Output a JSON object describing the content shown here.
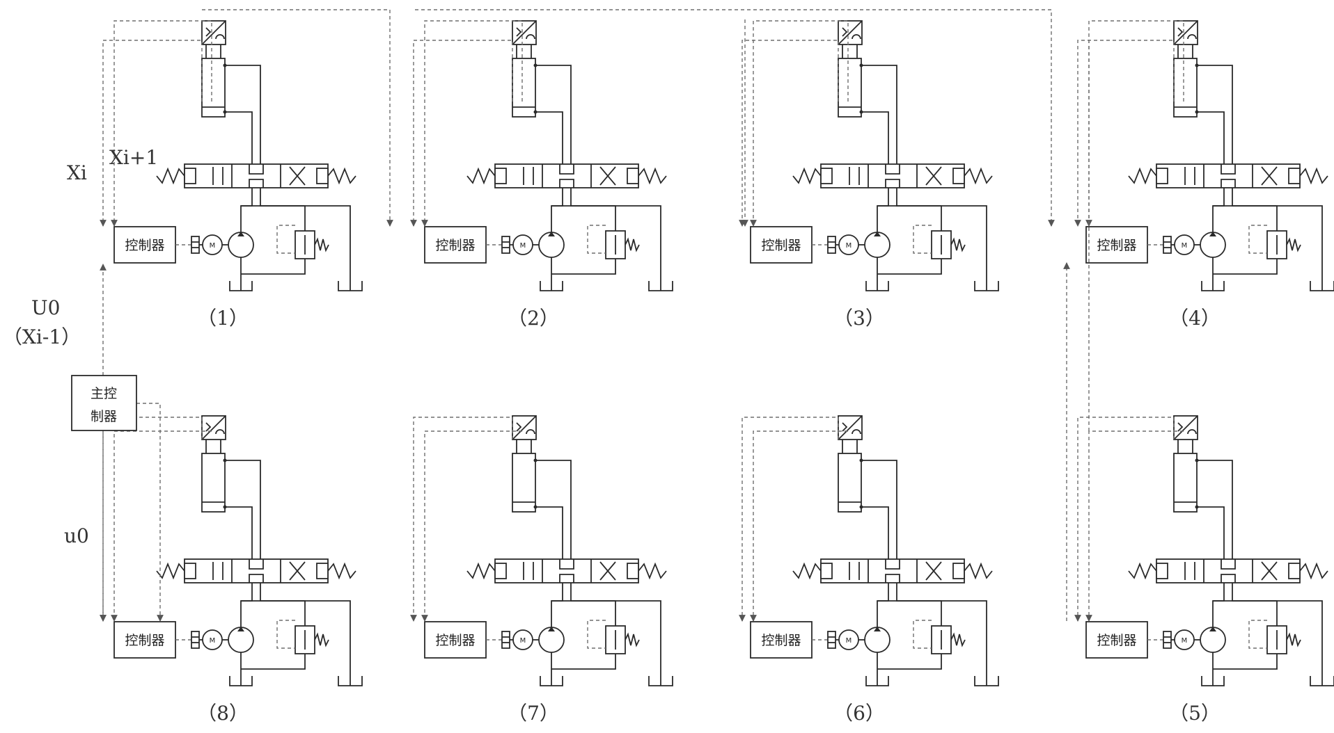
{
  "controller_label": "控制器",
  "master_controller": [
    "主控",
    "制器"
  ],
  "motor_label": "M",
  "signals": {
    "xi": "Xi",
    "xi_plus_1": "Xi+1",
    "u0_upper": "U0",
    "xi_minus_1": "（Xi-1）",
    "u0_lower": "u0"
  },
  "units": [
    {
      "id": 1,
      "label": "（1）"
    },
    {
      "id": 2,
      "label": "（2）"
    },
    {
      "id": 3,
      "label": "（3）"
    },
    {
      "id": 4,
      "label": "（4）"
    },
    {
      "id": 5,
      "label": "（5）"
    },
    {
      "id": 6,
      "label": "（6）"
    },
    {
      "id": 7,
      "label": "（7）"
    },
    {
      "id": 8,
      "label": "（8）"
    }
  ]
}
